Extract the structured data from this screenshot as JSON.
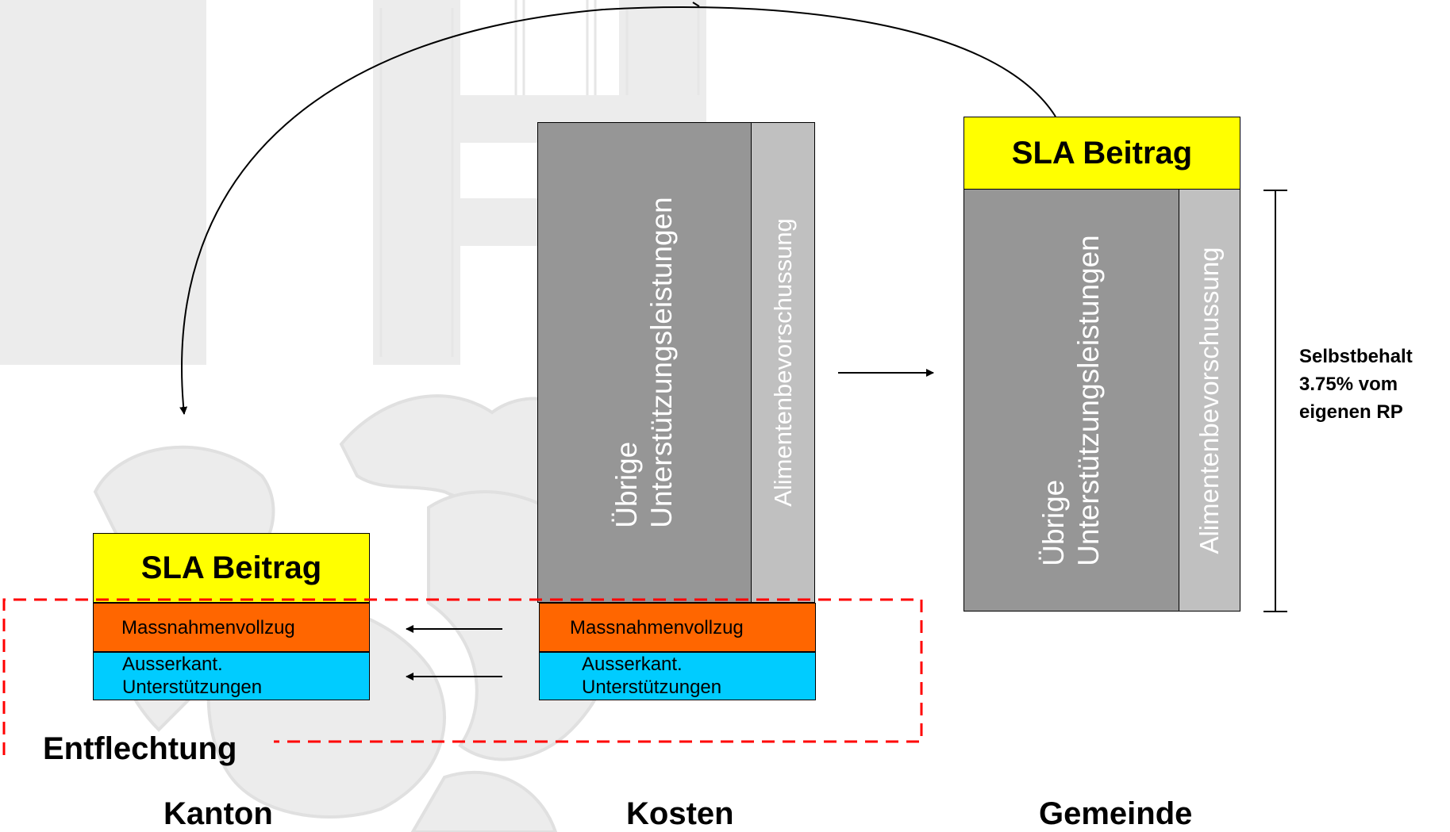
{
  "kanton": {
    "sla_label": "SLA Beitrag",
    "massnahmen_label": "Massnahmenvollzug",
    "ausserkant_line1": "Ausserkant.",
    "ausserkant_line2": "Unterstützungen"
  },
  "kosten": {
    "uebrige_line1": "Übrige",
    "uebrige_line2": "Unterstützungsleistungen",
    "alimente_label": "Alimentenbevorschussung",
    "massnahmen_label": "Massnahmenvollzug",
    "ausserkant_line1": "Ausserkant.",
    "ausserkant_line2": "Unterstützungen"
  },
  "gemeinde": {
    "sla_label": "SLA Beitrag",
    "uebrige_line1": "Übrige",
    "uebrige_line2": "Unterstützungsleistungen",
    "alimente_label": "Alimentenbevorschussung",
    "selbstbehalt_line1": "Selbstbehalt",
    "selbstbehalt_line2": "3.75% vom",
    "selbstbehalt_line3": "eigenen RP"
  },
  "labels": {
    "entflechtung": "Entflechtung",
    "kanton": "Kanton",
    "kosten": "Kosten",
    "gemeinde": "Gemeinde"
  },
  "colors": {
    "sla": "#ffff00",
    "massnahmen": "#ff6600",
    "ausserkant": "#00ccff",
    "uebrige": "#969696",
    "alimente": "#c0c0c0",
    "entflechtung_border": "#ff0000"
  }
}
